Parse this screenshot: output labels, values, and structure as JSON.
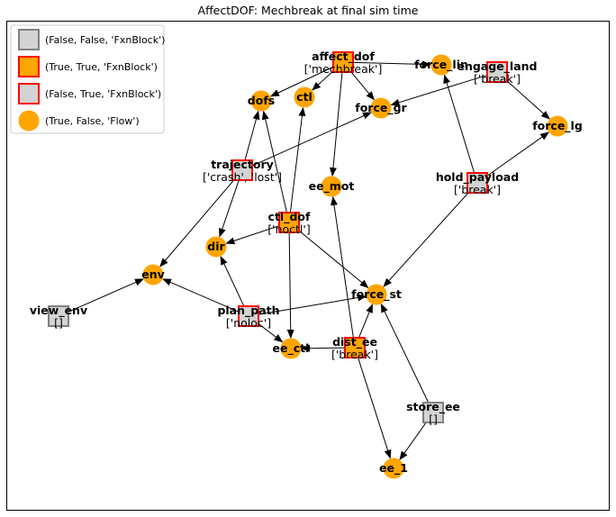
{
  "title": "AffectDOF: Mechbreak at final sim time",
  "colors": {
    "block_fill": "#d3d3d3",
    "flow_fill": "#ffa500",
    "faulty_edge": "#ff0000",
    "normal_edge": "#808080",
    "edge_line": "#000000"
  },
  "legend": [
    {
      "label": "(False, False, 'FxnBlock')",
      "shape": "square",
      "fill": "#d3d3d3",
      "edge": "#808080"
    },
    {
      "label": "(True, True, 'FxnBlock')",
      "shape": "square",
      "fill": "#ffa500",
      "edge": "#ff0000"
    },
    {
      "label": "(False, True, 'FxnBlock')",
      "shape": "square",
      "fill": "#d3d3d3",
      "edge": "#ff0000"
    },
    {
      "label": "(True, False, 'Flow')",
      "shape": "circle",
      "fill": "#ffa500",
      "edge": "#ffa500"
    }
  ],
  "nodes": [
    {
      "id": "affect_dof",
      "name": "affect_dof",
      "sub": "['mechbreak']",
      "kind": "block",
      "degraded": true,
      "faulty": true
    },
    {
      "id": "engage_land",
      "name": "engage_land",
      "sub": "['break']",
      "kind": "block",
      "degraded": false,
      "faulty": true
    },
    {
      "id": "trajectory",
      "name": "trajectory",
      "sub": "['crash', 'lost']",
      "kind": "block",
      "degraded": false,
      "faulty": true
    },
    {
      "id": "hold_payload",
      "name": "hold_payload",
      "sub": "['break']",
      "kind": "block",
      "degraded": false,
      "faulty": true
    },
    {
      "id": "ctl_dof",
      "name": "ctl_dof",
      "sub": "['noctl']",
      "kind": "block",
      "degraded": true,
      "faulty": true
    },
    {
      "id": "view_env",
      "name": "view_env",
      "sub": "[]",
      "kind": "block",
      "degraded": false,
      "faulty": false
    },
    {
      "id": "plan_path",
      "name": "plan_path",
      "sub": "['noloc']",
      "kind": "block",
      "degraded": false,
      "faulty": true
    },
    {
      "id": "dist_ee",
      "name": "dist_ee",
      "sub": "['break']",
      "kind": "block",
      "degraded": true,
      "faulty": true
    },
    {
      "id": "store_ee",
      "name": "store_ee",
      "sub": "[]",
      "kind": "block",
      "degraded": false,
      "faulty": false
    },
    {
      "id": "force_lin",
      "name": "force_lin",
      "sub": "",
      "kind": "flow"
    },
    {
      "id": "dofs",
      "name": "dofs",
      "sub": "",
      "kind": "flow"
    },
    {
      "id": "ctl",
      "name": "ctl",
      "sub": "",
      "kind": "flow"
    },
    {
      "id": "force_gr",
      "name": "force_gr",
      "sub": "",
      "kind": "flow"
    },
    {
      "id": "force_lg",
      "name": "force_lg",
      "sub": "",
      "kind": "flow"
    },
    {
      "id": "ee_mot",
      "name": "ee_mot",
      "sub": "",
      "kind": "flow"
    },
    {
      "id": "dir",
      "name": "dir",
      "sub": "",
      "kind": "flow"
    },
    {
      "id": "env",
      "name": "env",
      "sub": "",
      "kind": "flow"
    },
    {
      "id": "force_st",
      "name": "force_st",
      "sub": "",
      "kind": "flow"
    },
    {
      "id": "ee_ctl",
      "name": "ee_ctl",
      "sub": "",
      "kind": "flow"
    },
    {
      "id": "ee_1",
      "name": "ee_1",
      "sub": "",
      "kind": "flow"
    }
  ],
  "edges": [
    {
      "from": "affect_dof",
      "to": "dofs"
    },
    {
      "from": "affect_dof",
      "to": "ctl"
    },
    {
      "from": "affect_dof",
      "to": "force_lin"
    },
    {
      "from": "affect_dof",
      "to": "ee_mot"
    },
    {
      "from": "affect_dof",
      "to": "force_gr"
    },
    {
      "from": "engage_land",
      "to": "force_lg"
    },
    {
      "from": "engage_land",
      "to": "force_gr"
    },
    {
      "from": "trajectory",
      "to": "dofs"
    },
    {
      "from": "trajectory",
      "to": "force_gr"
    },
    {
      "from": "trajectory",
      "to": "env"
    },
    {
      "from": "trajectory",
      "to": "dir"
    },
    {
      "from": "hold_payload",
      "to": "force_lin"
    },
    {
      "from": "hold_payload",
      "to": "force_lg"
    },
    {
      "from": "hold_payload",
      "to": "force_st"
    },
    {
      "from": "ctl_dof",
      "to": "dofs"
    },
    {
      "from": "ctl_dof",
      "to": "ctl"
    },
    {
      "from": "ctl_dof",
      "to": "dir"
    },
    {
      "from": "ctl_dof",
      "to": "force_st"
    },
    {
      "from": "ctl_dof",
      "to": "ee_ctl"
    },
    {
      "from": "view_env",
      "to": "env"
    },
    {
      "from": "plan_path",
      "to": "env"
    },
    {
      "from": "plan_path",
      "to": "dir"
    },
    {
      "from": "plan_path",
      "to": "force_st"
    },
    {
      "from": "plan_path",
      "to": "ee_ctl"
    },
    {
      "from": "dist_ee",
      "to": "ee_mot"
    },
    {
      "from": "dist_ee",
      "to": "force_st"
    },
    {
      "from": "dist_ee",
      "to": "ee_ctl"
    },
    {
      "from": "dist_ee",
      "to": "ee_1"
    },
    {
      "from": "store_ee",
      "to": "force_st"
    },
    {
      "from": "store_ee",
      "to": "ee_1"
    }
  ]
}
